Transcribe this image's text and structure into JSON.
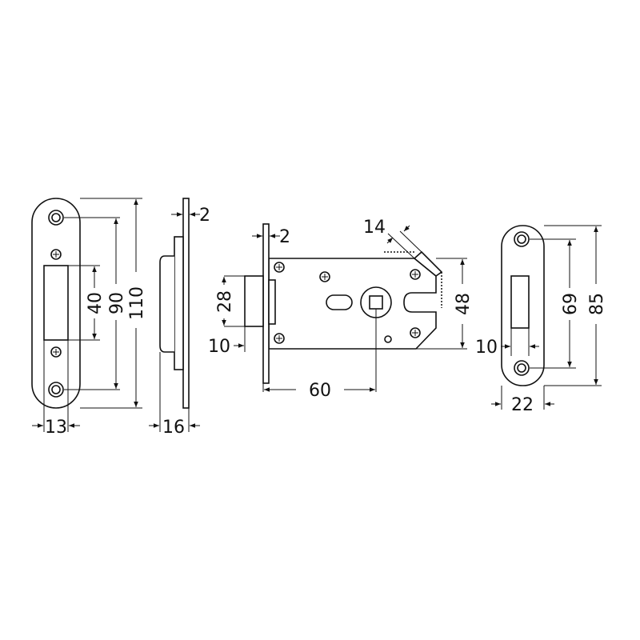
{
  "title": "Mortice lock technical drawing",
  "strike_plate_left": {
    "slot_height": "40",
    "hole_spacing": "90",
    "plate_height": "110",
    "slot_width": "13"
  },
  "side_view": {
    "plate_thickness": "2",
    "depth": "16"
  },
  "lock_body": {
    "faceplate_thickness": "2",
    "bolt_height": "28",
    "bolt_projection": "10",
    "backset": "60",
    "body_height": "48",
    "latch_width": "14"
  },
  "strike_plate_right": {
    "hole_spacing": "69",
    "plate_height": "85",
    "slot_offset": "10",
    "plate_width": "22"
  }
}
